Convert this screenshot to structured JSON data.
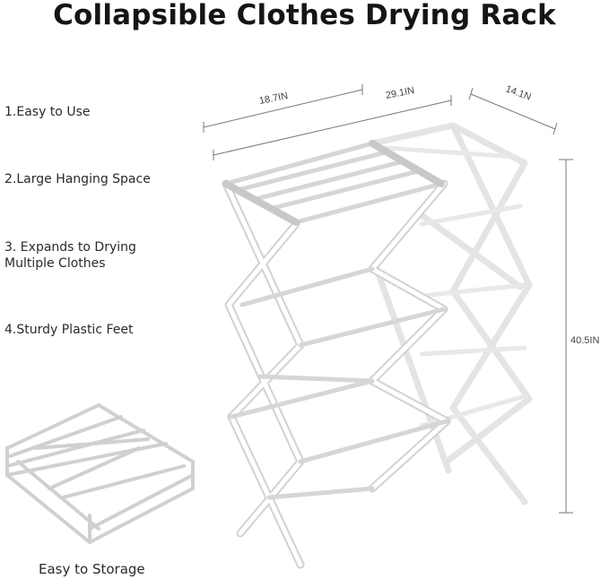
{
  "title": "Collapsible Clothes Drying Rack",
  "features": [
    "1.Easy to Use",
    "2.Large Hanging Space",
    "3. Expands to Drying Multiple Clothes",
    "4.Sturdy Plastic Feet"
  ],
  "caption": "Easy to Storage",
  "dimensions": {
    "width_folded": "18.7IN",
    "width_expanded": "29.1IN",
    "depth": "14.1N",
    "height": "40.5IN"
  },
  "colors": {
    "frame": "#ffffff",
    "frame_edge": "#cfcfcf",
    "text": "#222222",
    "dimension_line": "#777777"
  }
}
